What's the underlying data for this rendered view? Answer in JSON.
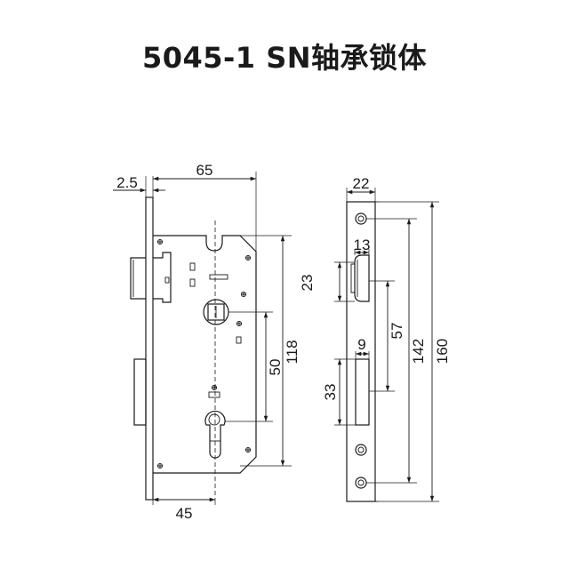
{
  "title": "5045-1 SN轴承锁体",
  "dimensions": {
    "faceplate_thickness": "2.5",
    "body_width": "65",
    "handle_to_top": "23",
    "handle_to_cylinder": "50",
    "body_height": "118",
    "backset": "45",
    "faceplate_width": "22",
    "latch_width": "13",
    "latch_height": "57",
    "bolt_width": "9",
    "bolt_height": "33",
    "screw_spacing": "142",
    "faceplate_height": "160"
  }
}
